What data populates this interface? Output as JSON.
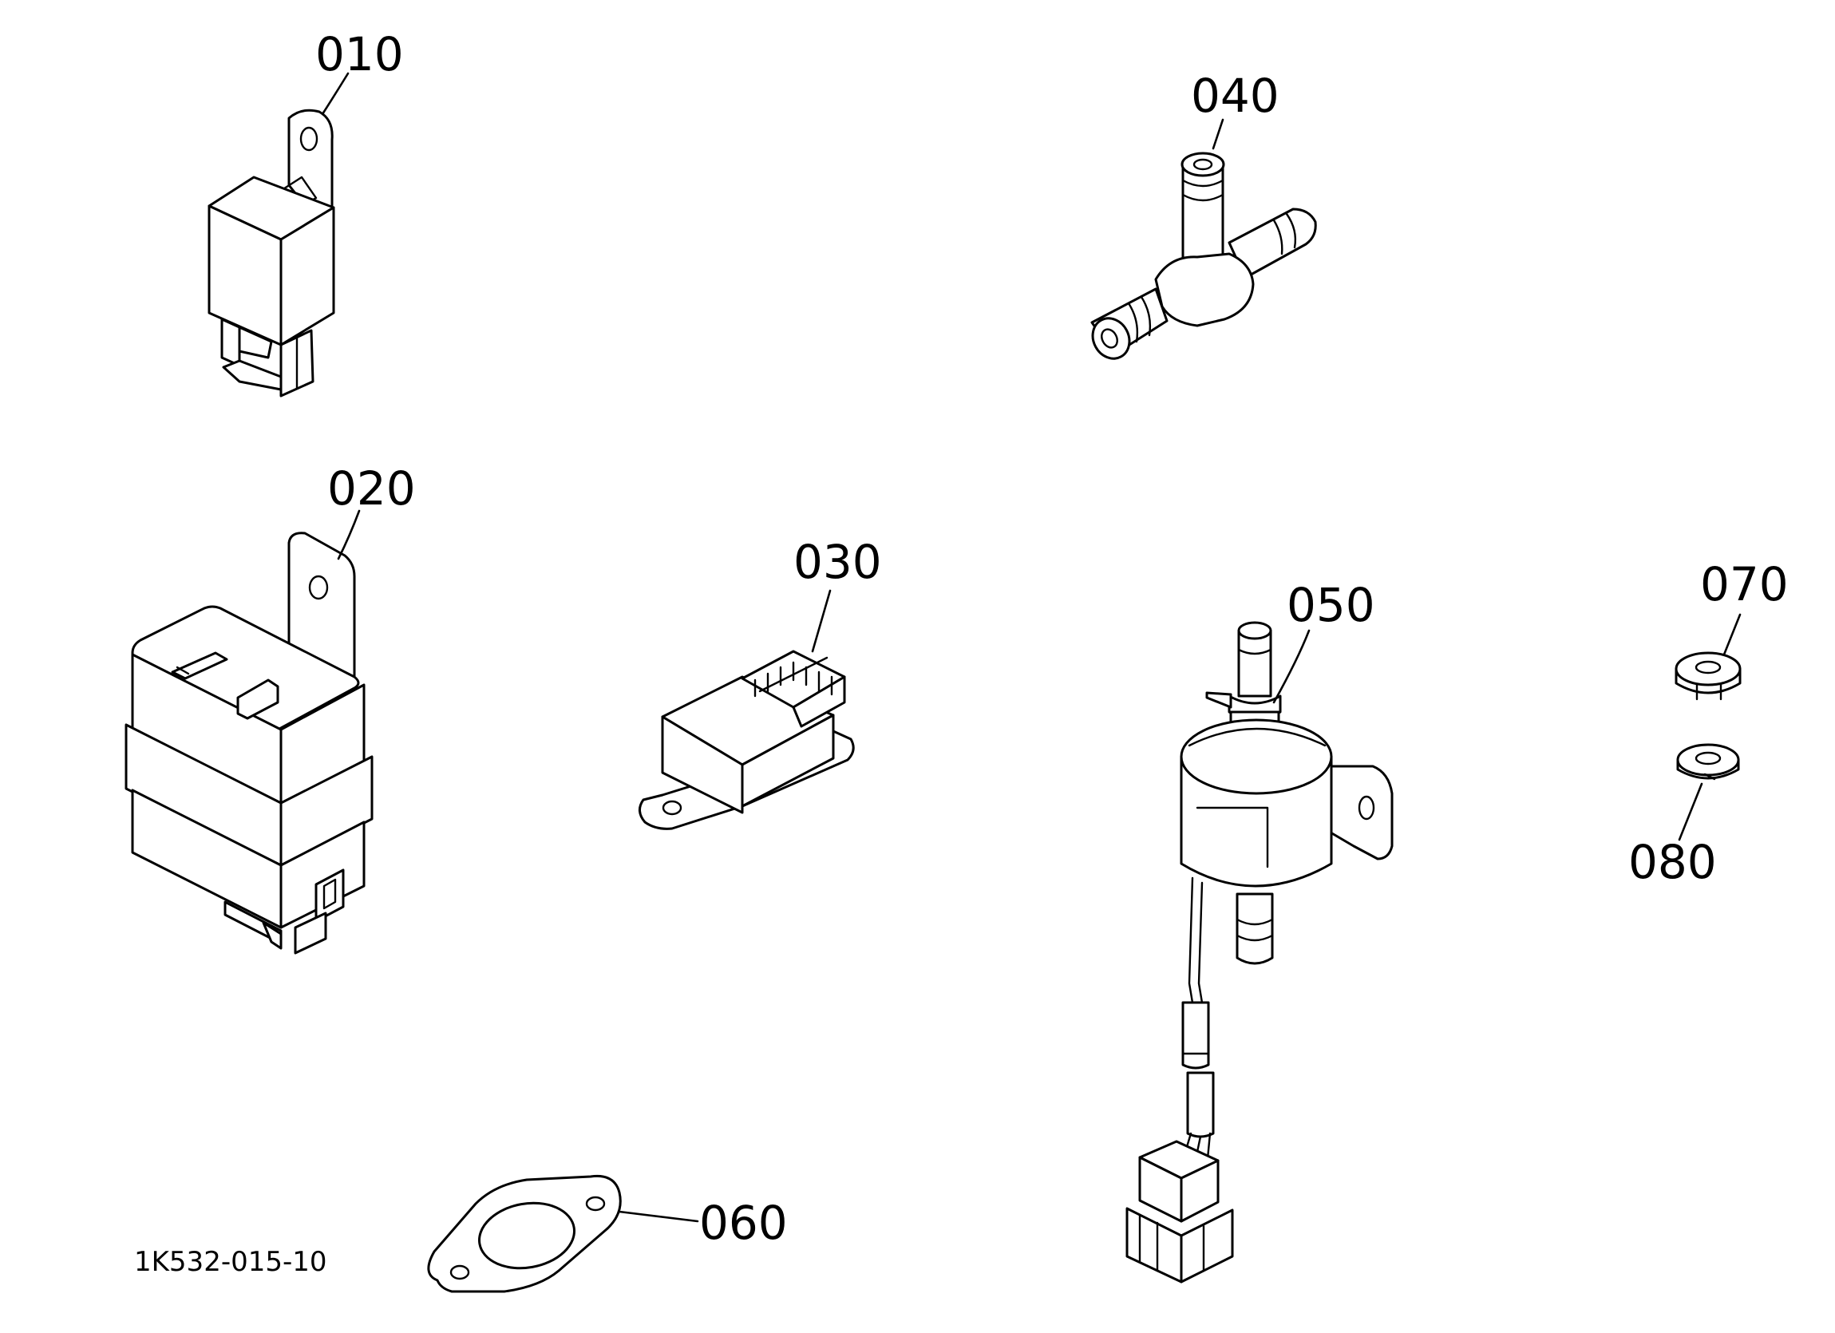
{
  "labels": {
    "p010": "010",
    "p020": "020",
    "p030": "030",
    "p040": "040",
    "p050": "050",
    "p060": "060",
    "p070": "070",
    "p080": "080"
  },
  "drawing_code": "1K532-015-10"
}
